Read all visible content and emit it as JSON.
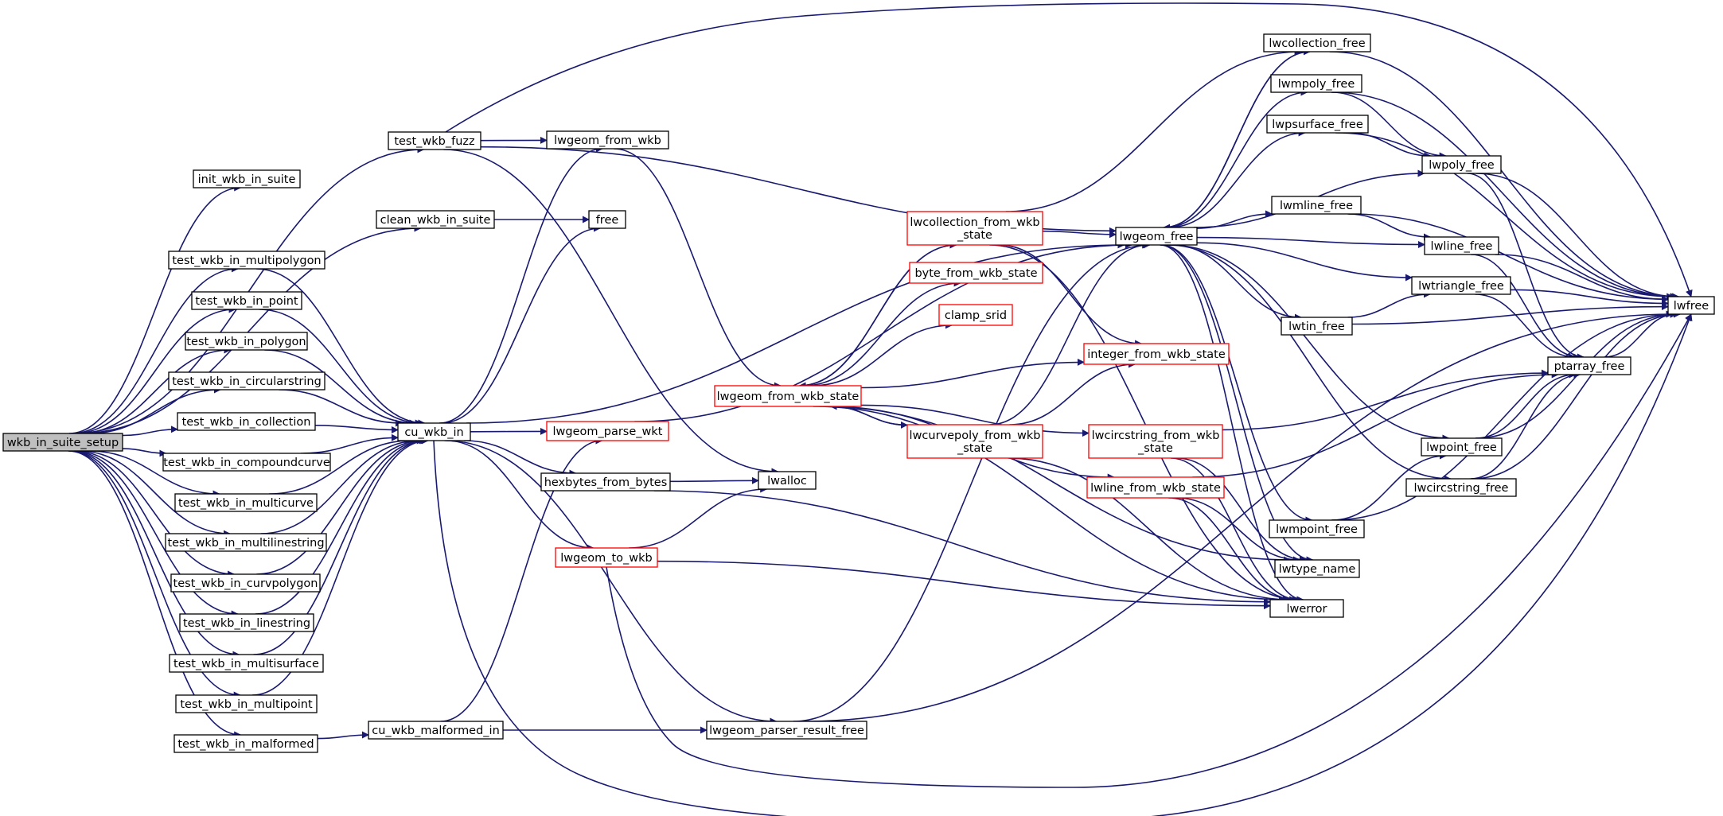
{
  "diagram": {
    "type": "call-graph",
    "colors": {
      "edge": "#191970",
      "root_fill": "#bfbfbf",
      "node_border": "#000000",
      "truncated_border": "#ff0000"
    },
    "nodes": [
      {
        "id": "wkb_in_suite_setup",
        "lines": [
          "wkb_in_suite_setup"
        ],
        "root": true
      },
      {
        "id": "test_wkb_fuzz",
        "lines": [
          "test_wkb_fuzz"
        ]
      },
      {
        "id": "init_wkb_in_suite",
        "lines": [
          "init_wkb_in_suite"
        ]
      },
      {
        "id": "clean_wkb_in_suite",
        "lines": [
          "clean_wkb_in_suite"
        ]
      },
      {
        "id": "test_wkb_in_multipolygon",
        "lines": [
          "test_wkb_in_multipolygon"
        ]
      },
      {
        "id": "test_wkb_in_point",
        "lines": [
          "test_wkb_in_point"
        ]
      },
      {
        "id": "test_wkb_in_polygon",
        "lines": [
          "test_wkb_in_polygon"
        ]
      },
      {
        "id": "test_wkb_in_circularstring",
        "lines": [
          "test_wkb_in_circularstring"
        ]
      },
      {
        "id": "test_wkb_in_collection",
        "lines": [
          "test_wkb_in_collection"
        ]
      },
      {
        "id": "test_wkb_in_compoundcurve",
        "lines": [
          "test_wkb_in_compoundcurve"
        ]
      },
      {
        "id": "test_wkb_in_multicurve",
        "lines": [
          "test_wkb_in_multicurve"
        ]
      },
      {
        "id": "test_wkb_in_multilinestring",
        "lines": [
          "test_wkb_in_multilinestring"
        ]
      },
      {
        "id": "test_wkb_in_curvpolygon",
        "lines": [
          "test_wkb_in_curvpolygon"
        ]
      },
      {
        "id": "test_wkb_in_linestring",
        "lines": [
          "test_wkb_in_linestring"
        ]
      },
      {
        "id": "test_wkb_in_multisurface",
        "lines": [
          "test_wkb_in_multisurface"
        ]
      },
      {
        "id": "test_wkb_in_multipoint",
        "lines": [
          "test_wkb_in_multipoint"
        ]
      },
      {
        "id": "test_wkb_in_malformed",
        "lines": [
          "test_wkb_in_malformed"
        ]
      },
      {
        "id": "cu_wkb_in",
        "lines": [
          "cu_wkb_in"
        ]
      },
      {
        "id": "cu_wkb_malformed_in",
        "lines": [
          "cu_wkb_malformed_in"
        ]
      },
      {
        "id": "lwgeom_from_wkb",
        "lines": [
          "lwgeom_from_wkb"
        ]
      },
      {
        "id": "free",
        "lines": [
          "free"
        ]
      },
      {
        "id": "lwgeom_parse_wkt",
        "lines": [
          "lwgeom_parse_wkt"
        ],
        "truncated": true
      },
      {
        "id": "hexbytes_from_bytes",
        "lines": [
          "hexbytes_from_bytes"
        ]
      },
      {
        "id": "lwgeom_to_wkb",
        "lines": [
          "lwgeom_to_wkb"
        ],
        "truncated": true
      },
      {
        "id": "lwgeom_parser_result_free",
        "lines": [
          "lwgeom_parser_result_free"
        ]
      },
      {
        "id": "lwalloc",
        "lines": [
          "lwalloc"
        ]
      },
      {
        "id": "lwgeom_from_wkb_state",
        "lines": [
          "lwgeom_from_wkb_state"
        ],
        "truncated": true
      },
      {
        "id": "lwcollection_from_wkb_state",
        "lines": [
          "lwcollection_from_wkb",
          "_state"
        ],
        "truncated": true
      },
      {
        "id": "byte_from_wkb_state",
        "lines": [
          "byte_from_wkb_state"
        ],
        "truncated": true
      },
      {
        "id": "clamp_srid",
        "lines": [
          "clamp_srid"
        ],
        "truncated": true
      },
      {
        "id": "lwcurvepoly_from_wkb_state",
        "lines": [
          "lwcurvepoly_from_wkb",
          "_state"
        ],
        "truncated": true
      },
      {
        "id": "lwgeom_free",
        "lines": [
          "lwgeom_free"
        ]
      },
      {
        "id": "integer_from_wkb_state",
        "lines": [
          "integer_from_wkb_state"
        ],
        "truncated": true
      },
      {
        "id": "lwcircstring_from_wkb_state",
        "lines": [
          "lwcircstring_from_wkb",
          "_state"
        ],
        "truncated": true
      },
      {
        "id": "lwline_from_wkb_state",
        "lines": [
          "lwline_from_wkb_state"
        ],
        "truncated": true
      },
      {
        "id": "lwcollection_free",
        "lines": [
          "lwcollection_free"
        ]
      },
      {
        "id": "lwmpoly_free",
        "lines": [
          "lwmpoly_free"
        ]
      },
      {
        "id": "lwpsurface_free",
        "lines": [
          "lwpsurface_free"
        ]
      },
      {
        "id": "lwmline_free",
        "lines": [
          "lwmline_free"
        ]
      },
      {
        "id": "lwtin_free",
        "lines": [
          "lwtin_free"
        ]
      },
      {
        "id": "lwmpoint_free",
        "lines": [
          "lwmpoint_free"
        ]
      },
      {
        "id": "lwtype_name",
        "lines": [
          "lwtype_name"
        ]
      },
      {
        "id": "lwerror",
        "lines": [
          "lwerror"
        ]
      },
      {
        "id": "lwpoly_free",
        "lines": [
          "lwpoly_free"
        ]
      },
      {
        "id": "lwline_free",
        "lines": [
          "lwline_free"
        ]
      },
      {
        "id": "lwtriangle_free",
        "lines": [
          "lwtriangle_free"
        ]
      },
      {
        "id": "lwpoint_free",
        "lines": [
          "lwpoint_free"
        ]
      },
      {
        "id": "lwcircstring_free",
        "lines": [
          "lwcircstring_free"
        ]
      },
      {
        "id": "ptarray_free",
        "lines": [
          "ptarray_free"
        ]
      },
      {
        "id": "lwfree",
        "lines": [
          "lwfree"
        ]
      }
    ],
    "edges": [
      [
        "wkb_in_suite_setup",
        "test_wkb_fuzz"
      ],
      [
        "wkb_in_suite_setup",
        "init_wkb_in_suite"
      ],
      [
        "wkb_in_suite_setup",
        "clean_wkb_in_suite"
      ],
      [
        "wkb_in_suite_setup",
        "test_wkb_in_multipolygon"
      ],
      [
        "wkb_in_suite_setup",
        "test_wkb_in_point"
      ],
      [
        "wkb_in_suite_setup",
        "test_wkb_in_polygon"
      ],
      [
        "wkb_in_suite_setup",
        "test_wkb_in_circularstring"
      ],
      [
        "wkb_in_suite_setup",
        "test_wkb_in_collection"
      ],
      [
        "wkb_in_suite_setup",
        "test_wkb_in_compoundcurve"
      ],
      [
        "wkb_in_suite_setup",
        "test_wkb_in_multicurve"
      ],
      [
        "wkb_in_suite_setup",
        "test_wkb_in_multilinestring"
      ],
      [
        "wkb_in_suite_setup",
        "test_wkb_in_curvpolygon"
      ],
      [
        "wkb_in_suite_setup",
        "test_wkb_in_linestring"
      ],
      [
        "wkb_in_suite_setup",
        "test_wkb_in_multisurface"
      ],
      [
        "wkb_in_suite_setup",
        "test_wkb_in_multipoint"
      ],
      [
        "wkb_in_suite_setup",
        "test_wkb_in_malformed"
      ],
      [
        "test_wkb_fuzz",
        "lwgeom_from_wkb"
      ],
      [
        "test_wkb_fuzz",
        "lwgeom_free"
      ],
      [
        "test_wkb_fuzz",
        "lwfree"
      ],
      [
        "test_wkb_fuzz",
        "lwalloc"
      ],
      [
        "clean_wkb_in_suite",
        "free"
      ],
      [
        "test_wkb_in_multipolygon",
        "cu_wkb_in"
      ],
      [
        "test_wkb_in_point",
        "cu_wkb_in"
      ],
      [
        "test_wkb_in_polygon",
        "cu_wkb_in"
      ],
      [
        "test_wkb_in_circularstring",
        "cu_wkb_in"
      ],
      [
        "test_wkb_in_collection",
        "cu_wkb_in"
      ],
      [
        "test_wkb_in_compoundcurve",
        "cu_wkb_in"
      ],
      [
        "test_wkb_in_multicurve",
        "cu_wkb_in"
      ],
      [
        "test_wkb_in_multilinestring",
        "cu_wkb_in"
      ],
      [
        "test_wkb_in_curvpolygon",
        "cu_wkb_in"
      ],
      [
        "test_wkb_in_linestring",
        "cu_wkb_in"
      ],
      [
        "test_wkb_in_multisurface",
        "cu_wkb_in"
      ],
      [
        "test_wkb_in_multipoint",
        "cu_wkb_in"
      ],
      [
        "test_wkb_in_malformed",
        "cu_wkb_malformed_in"
      ],
      [
        "cu_wkb_in",
        "lwgeom_from_wkb"
      ],
      [
        "cu_wkb_in",
        "free"
      ],
      [
        "cu_wkb_in",
        "lwgeom_free"
      ],
      [
        "cu_wkb_in",
        "lwgeom_parse_wkt"
      ],
      [
        "cu_wkb_in",
        "hexbytes_from_bytes"
      ],
      [
        "cu_wkb_in",
        "lwgeom_to_wkb"
      ],
      [
        "cu_wkb_in",
        "lwgeom_parser_result_free"
      ],
      [
        "cu_wkb_in",
        "lwfree"
      ],
      [
        "cu_wkb_malformed_in",
        "lwgeom_parse_wkt"
      ],
      [
        "cu_wkb_malformed_in",
        "lwgeom_parser_result_free"
      ],
      [
        "lwgeom_from_wkb",
        "lwgeom_from_wkb_state"
      ],
      [
        "lwgeom_parse_wkt",
        "lwgeom_free"
      ],
      [
        "hexbytes_from_bytes",
        "lwalloc"
      ],
      [
        "hexbytes_from_bytes",
        "lwerror"
      ],
      [
        "lwgeom_to_wkb",
        "lwalloc"
      ],
      [
        "lwgeom_to_wkb",
        "lwerror"
      ],
      [
        "lwgeom_to_wkb",
        "lwfree"
      ],
      [
        "lwgeom_parser_result_free",
        "lwgeom_free"
      ],
      [
        "lwgeom_parser_result_free",
        "lwfree"
      ],
      [
        "lwgeom_from_wkb_state",
        "lwcollection_from_wkb_state"
      ],
      [
        "lwgeom_from_wkb_state",
        "byte_from_wkb_state"
      ],
      [
        "lwgeom_from_wkb_state",
        "clamp_srid"
      ],
      [
        "lwgeom_from_wkb_state",
        "integer_from_wkb_state"
      ],
      [
        "lwgeom_from_wkb_state",
        "lwcurvepoly_from_wkb_state"
      ],
      [
        "lwgeom_from_wkb_state",
        "lwcircstring_from_wkb_state"
      ],
      [
        "lwgeom_from_wkb_state",
        "lwline_from_wkb_state"
      ],
      [
        "lwgeom_from_wkb_state",
        "lwerror"
      ],
      [
        "lwgeom_from_wkb_state",
        "lwtype_name"
      ],
      [
        "lwcollection_from_wkb_state",
        "lwgeom_from_wkb_state"
      ],
      [
        "lwcollection_from_wkb_state",
        "lwgeom_free"
      ],
      [
        "lwcollection_from_wkb_state",
        "lwcollection_free"
      ],
      [
        "lwcollection_from_wkb_state",
        "integer_from_wkb_state"
      ],
      [
        "lwcollection_from_wkb_state",
        "lwerror"
      ],
      [
        "lwcurvepoly_from_wkb_state",
        "lwgeom_from_wkb_state"
      ],
      [
        "lwcurvepoly_from_wkb_state",
        "lwgeom_free"
      ],
      [
        "lwcurvepoly_from_wkb_state",
        "integer_from_wkb_state"
      ],
      [
        "lwcurvepoly_from_wkb_state",
        "lwerror"
      ],
      [
        "lwcircstring_from_wkb_state",
        "ptarray_free"
      ],
      [
        "lwcircstring_from_wkb_state",
        "lwerror"
      ],
      [
        "lwcircstring_from_wkb_state",
        "lwtype_name"
      ],
      [
        "lwline_from_wkb_state",
        "ptarray_free"
      ],
      [
        "lwline_from_wkb_state",
        "lwerror"
      ],
      [
        "lwline_from_wkb_state",
        "lwtype_name"
      ],
      [
        "lwgeom_free",
        "lwcollection_free"
      ],
      [
        "lwgeom_free",
        "lwmpoly_free"
      ],
      [
        "lwgeom_free",
        "lwpsurface_free"
      ],
      [
        "lwgeom_free",
        "lwpoly_free"
      ],
      [
        "lwgeom_free",
        "lwmline_free"
      ],
      [
        "lwgeom_free",
        "lwline_free"
      ],
      [
        "lwgeom_free",
        "lwtriangle_free"
      ],
      [
        "lwgeom_free",
        "lwtin_free"
      ],
      [
        "lwgeom_free",
        "lwpoint_free"
      ],
      [
        "lwgeom_free",
        "lwcircstring_free"
      ],
      [
        "lwgeom_free",
        "lwmpoint_free"
      ],
      [
        "lwgeom_free",
        "lwtype_name"
      ],
      [
        "lwgeom_free",
        "lwerror"
      ],
      [
        "lwcollection_free",
        "lwgeom_free"
      ],
      [
        "lwcollection_free",
        "lwfree"
      ],
      [
        "lwmpoly_free",
        "lwpoly_free"
      ],
      [
        "lwmpoly_free",
        "lwfree"
      ],
      [
        "lwpsurface_free",
        "lwpoly_free"
      ],
      [
        "lwpsurface_free",
        "lwfree"
      ],
      [
        "lwmline_free",
        "lwline_free"
      ],
      [
        "lwmline_free",
        "lwfree"
      ],
      [
        "lwtin_free",
        "lwtriangle_free"
      ],
      [
        "lwtin_free",
        "lwfree"
      ],
      [
        "lwmpoint_free",
        "lwpoint_free"
      ],
      [
        "lwmpoint_free",
        "lwfree"
      ],
      [
        "lwpoly_free",
        "ptarray_free"
      ],
      [
        "lwpoly_free",
        "lwfree"
      ],
      [
        "lwline_free",
        "ptarray_free"
      ],
      [
        "lwline_free",
        "lwfree"
      ],
      [
        "lwtriangle_free",
        "ptarray_free"
      ],
      [
        "lwtriangle_free",
        "lwfree"
      ],
      [
        "lwpoint_free",
        "ptarray_free"
      ],
      [
        "lwpoint_free",
        "lwfree"
      ],
      [
        "lwcircstring_free",
        "ptarray_free"
      ],
      [
        "lwcircstring_free",
        "lwfree"
      ],
      [
        "ptarray_free",
        "lwfree"
      ]
    ]
  }
}
